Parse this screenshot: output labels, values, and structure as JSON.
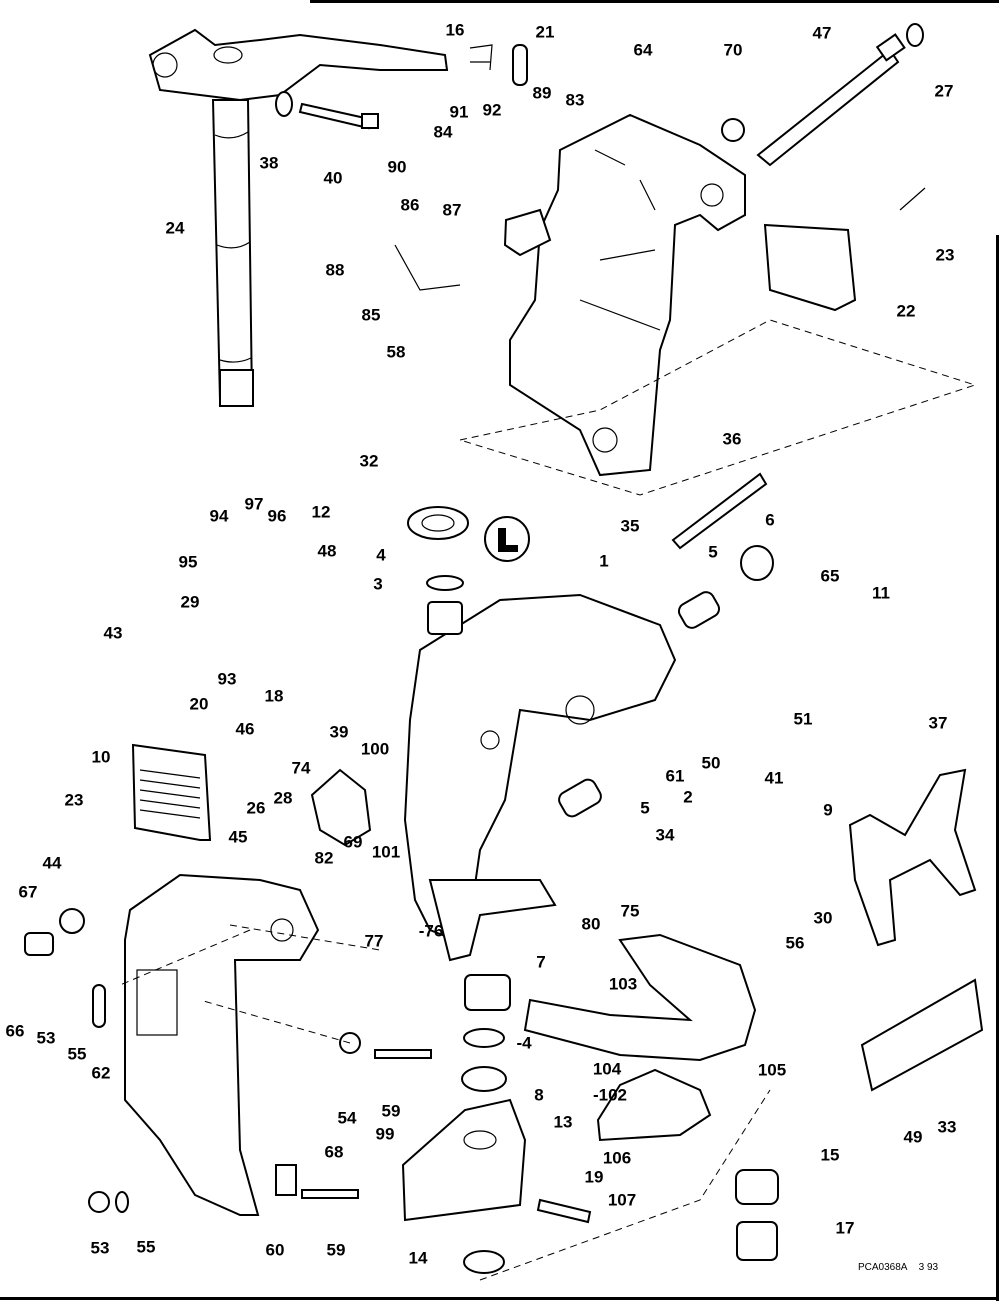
{
  "diagram": {
    "title": "Swivel bracket / stern bracket exploded parts view",
    "drawing_code": "PCA0368A",
    "drawing_date": "3 93",
    "callouts": [
      {
        "id": "c16",
        "text": "16"
      },
      {
        "id": "c21",
        "text": "21"
      },
      {
        "id": "c64",
        "text": "64"
      },
      {
        "id": "c70",
        "text": "70"
      },
      {
        "id": "c47",
        "text": "47"
      },
      {
        "id": "c27",
        "text": "27"
      },
      {
        "id": "c38",
        "text": "38"
      },
      {
        "id": "c40",
        "text": "40"
      },
      {
        "id": "c24",
        "text": "24"
      },
      {
        "id": "c91",
        "text": "91"
      },
      {
        "id": "c92",
        "text": "92"
      },
      {
        "id": "c89",
        "text": "89"
      },
      {
        "id": "c83",
        "text": "83"
      },
      {
        "id": "c84",
        "text": "84"
      },
      {
        "id": "c90",
        "text": "90"
      },
      {
        "id": "c86",
        "text": "86"
      },
      {
        "id": "c87",
        "text": "87"
      },
      {
        "id": "c88",
        "text": "88"
      },
      {
        "id": "c85",
        "text": "85"
      },
      {
        "id": "c58",
        "text": "58"
      },
      {
        "id": "c23a",
        "text": "23"
      },
      {
        "id": "c22",
        "text": "22"
      },
      {
        "id": "c36",
        "text": "36"
      },
      {
        "id": "c32",
        "text": "32"
      },
      {
        "id": "c94",
        "text": "94"
      },
      {
        "id": "c97",
        "text": "97"
      },
      {
        "id": "c96",
        "text": "96"
      },
      {
        "id": "c12",
        "text": "12"
      },
      {
        "id": "c48",
        "text": "48"
      },
      {
        "id": "c95",
        "text": "95"
      },
      {
        "id": "c29",
        "text": "29"
      },
      {
        "id": "c4a",
        "text": "4"
      },
      {
        "id": "c3",
        "text": "3"
      },
      {
        "id": "c35",
        "text": "35"
      },
      {
        "id": "c6",
        "text": "6"
      },
      {
        "id": "c5a",
        "text": "5"
      },
      {
        "id": "c1",
        "text": "1"
      },
      {
        "id": "c65",
        "text": "65"
      },
      {
        "id": "c11",
        "text": "11"
      },
      {
        "id": "c43",
        "text": "43"
      },
      {
        "id": "c93",
        "text": "93"
      },
      {
        "id": "c18",
        "text": "18"
      },
      {
        "id": "c51",
        "text": "51"
      },
      {
        "id": "c20",
        "text": "20"
      },
      {
        "id": "c10",
        "text": "10"
      },
      {
        "id": "c46",
        "text": "46"
      },
      {
        "id": "c39",
        "text": "39"
      },
      {
        "id": "c100",
        "text": "100"
      },
      {
        "id": "c74",
        "text": "74"
      },
      {
        "id": "c61",
        "text": "61"
      },
      {
        "id": "c50",
        "text": "50"
      },
      {
        "id": "c41",
        "text": "41"
      },
      {
        "id": "c37",
        "text": "37"
      },
      {
        "id": "c2",
        "text": "2"
      },
      {
        "id": "c5b",
        "text": "5"
      },
      {
        "id": "c23b",
        "text": "23"
      },
      {
        "id": "c28",
        "text": "28"
      },
      {
        "id": "c26",
        "text": "26"
      },
      {
        "id": "c45",
        "text": "45"
      },
      {
        "id": "c69",
        "text": "69"
      },
      {
        "id": "c82",
        "text": "82"
      },
      {
        "id": "c101",
        "text": "101"
      },
      {
        "id": "c34",
        "text": "34"
      },
      {
        "id": "c9",
        "text": "9"
      },
      {
        "id": "c44",
        "text": "44"
      },
      {
        "id": "c75",
        "text": "75"
      },
      {
        "id": "c80",
        "text": "80"
      },
      {
        "id": "c67",
        "text": "67"
      },
      {
        "id": "c77",
        "text": "77"
      },
      {
        "id": "c76",
        "text": "-76"
      },
      {
        "id": "c30",
        "text": "30"
      },
      {
        "id": "c56",
        "text": "56"
      },
      {
        "id": "c7",
        "text": "7"
      },
      {
        "id": "c103",
        "text": "103"
      },
      {
        "id": "c66",
        "text": "66"
      },
      {
        "id": "c53a",
        "text": "53"
      },
      {
        "id": "c55a",
        "text": "55"
      },
      {
        "id": "c62",
        "text": "62"
      },
      {
        "id": "c4b",
        "text": "-4"
      },
      {
        "id": "c104",
        "text": "104"
      },
      {
        "id": "c105",
        "text": "105"
      },
      {
        "id": "c8",
        "text": "8"
      },
      {
        "id": "c102",
        "text": "-102"
      },
      {
        "id": "c54",
        "text": "54"
      },
      {
        "id": "c59a",
        "text": "59"
      },
      {
        "id": "c49",
        "text": "49"
      },
      {
        "id": "c33",
        "text": "33"
      },
      {
        "id": "c13",
        "text": "13"
      },
      {
        "id": "c99",
        "text": "99"
      },
      {
        "id": "c68",
        "text": "68"
      },
      {
        "id": "c106",
        "text": "106"
      },
      {
        "id": "c15",
        "text": "15"
      },
      {
        "id": "c19",
        "text": "19"
      },
      {
        "id": "c107",
        "text": "107"
      },
      {
        "id": "c53b",
        "text": "53"
      },
      {
        "id": "c55b",
        "text": "55"
      },
      {
        "id": "c60",
        "text": "60"
      },
      {
        "id": "c59b",
        "text": "59"
      },
      {
        "id": "c14",
        "text": "14"
      },
      {
        "id": "c17",
        "text": "17"
      }
    ]
  }
}
